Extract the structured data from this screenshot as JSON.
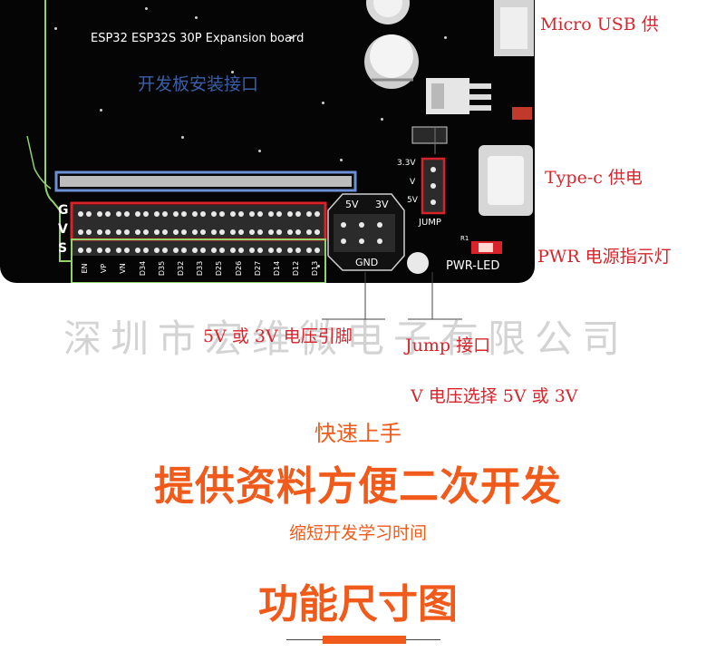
{
  "board": {
    "title": "ESP32 ESP32S 30P Expansion board",
    "subtitle": "开发板安装接口",
    "row_labels": [
      "G",
      "V",
      "S"
    ],
    "pin_labels": [
      "EN",
      "VP",
      "VN",
      "D34",
      "D35",
      "D32",
      "D33",
      "D25",
      "D26",
      "D27",
      "D14",
      "D12",
      "D13"
    ],
    "voltage_header": {
      "left": "5V",
      "right": "3V",
      "bottom": "GND"
    },
    "jump_labels": {
      "top": "3.3V",
      "middle": "V",
      "bottom": "5V",
      "name": "JUMP"
    },
    "led_id": "R1",
    "led_label": "PWR-LED"
  },
  "annotations": {
    "micro_usb": "Micro  USB 供",
    "typec": "Type-c 供电",
    "pwr": "PWR 电源指示灯",
    "voltage_pins": "5V 或 3V 电压引脚",
    "jump": "Jump 接口",
    "vselect": "V 电压选择 5V 或 3V"
  },
  "watermark": "深圳市宏维微电子有限公司",
  "promo": {
    "kicker": "快速上手",
    "headline": "提供资料方便二次开发",
    "tagline": "缩短开发学习时间",
    "section_title": "功能尺寸图"
  },
  "colors": {
    "accent_orange": "#f05a1a",
    "annotation_red": "#d8232a",
    "board": "#050505",
    "outline_green": "#8fd36a",
    "outline_blue": "#6d8fd6"
  }
}
